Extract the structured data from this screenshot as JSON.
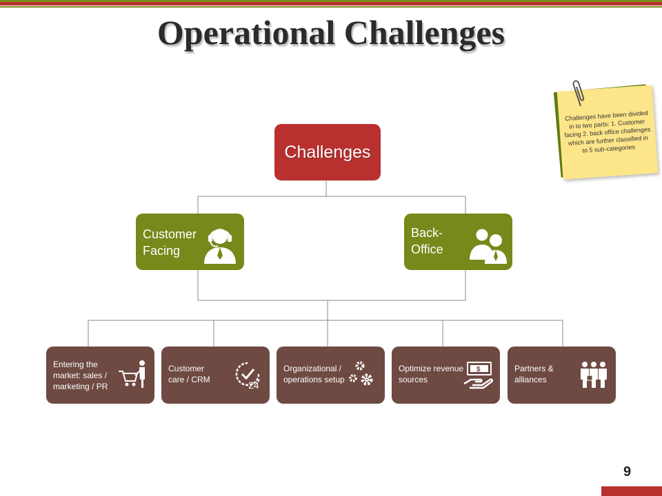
{
  "slide": {
    "title": "Operational Challenges",
    "page_number": "9"
  },
  "note": {
    "text": "Challenges have been divided in to two parts: 1. Customer facing 2. back office challenges which are further classified in to 5 sub-categories"
  },
  "tree": {
    "root": {
      "label": "Challenges"
    },
    "branches": [
      {
        "label_line1": "Customer",
        "label_line2": "Facing",
        "icon": "headset-agent-icon"
      },
      {
        "label_line1": "Back-",
        "label_line2": "Office",
        "icon": "business-people-icon"
      }
    ],
    "leaves": [
      {
        "lines": [
          "Entering the",
          "market: sales /",
          "marketing / PR"
        ],
        "icon": "shopping-cart-person-icon"
      },
      {
        "lines": [
          "Customer",
          "care / CRM"
        ],
        "icon": "24-hours-clock-icon"
      },
      {
        "lines": [
          "Organizational /",
          "operations setup"
        ],
        "icon": "gears-icon"
      },
      {
        "lines": [
          "Optimize revenue",
          "sources"
        ],
        "icon": "money-hand-icon"
      },
      {
        "lines": [
          "Partners &",
          "alliances"
        ],
        "icon": "team-people-icon"
      }
    ]
  },
  "colors": {
    "root": "#b8312f",
    "branch": "#76891a",
    "leaf": "#6e4a43",
    "note": "#fde58a",
    "note_shadow": "#5e7d13",
    "connector": "#8a8a8a"
  }
}
